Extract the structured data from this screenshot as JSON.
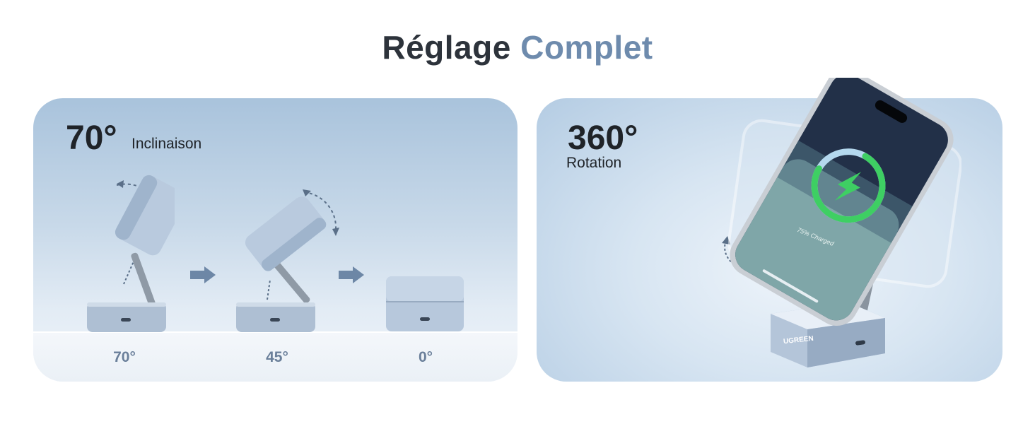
{
  "title": {
    "word1": "Réglage",
    "word2": "Complet"
  },
  "tilt_panel": {
    "value": "70°",
    "caption": "Inclinaison",
    "positions": [
      "70°",
      "45°",
      "0°"
    ]
  },
  "rotation_panel": {
    "value": "360°",
    "caption": "Rotation",
    "phone_status": "75% Charged",
    "brand": "UGREEN"
  },
  "colors": {
    "title_dark": "#2d333b",
    "title_accent": "#6e8bad",
    "arrow": "#6d87a6",
    "device": "#aebfd3",
    "charge_ring": "#3ecf63"
  }
}
